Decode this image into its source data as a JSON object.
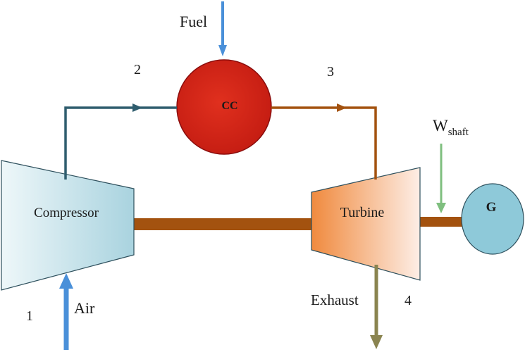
{
  "diagram": {
    "components": {
      "compressor": "Compressor",
      "turbine": "Turbine",
      "combustion_chamber": "CC",
      "generator": "G"
    },
    "flows": {
      "fuel": "Fuel",
      "air": "Air",
      "exhaust": "Exhaust",
      "work": "W",
      "work_subscript": "shaft"
    },
    "states": [
      "1",
      "2",
      "3",
      "4"
    ],
    "colors": {
      "compressor_gradient": [
        "#e8f4f7",
        "#a9d3df"
      ],
      "turbine_gradient": [
        "#f08a3e",
        "#fde8dc"
      ],
      "combustion_chamber_fill": "#d42417",
      "combustion_chamber_outline": "#8a0d0d",
      "generator_fill": "#8ec9d9",
      "shaft": "#a3520f",
      "fuel_arrow": "#4a90d9",
      "air_arrow": "#4a90d9",
      "compressed_air_line": "#2f5d6e",
      "hot_gas_line": "#a3520f",
      "exhaust_arrow": "#8a8450",
      "work_arrow": "#7fbf7f",
      "outline": "#2d4f5c"
    }
  }
}
